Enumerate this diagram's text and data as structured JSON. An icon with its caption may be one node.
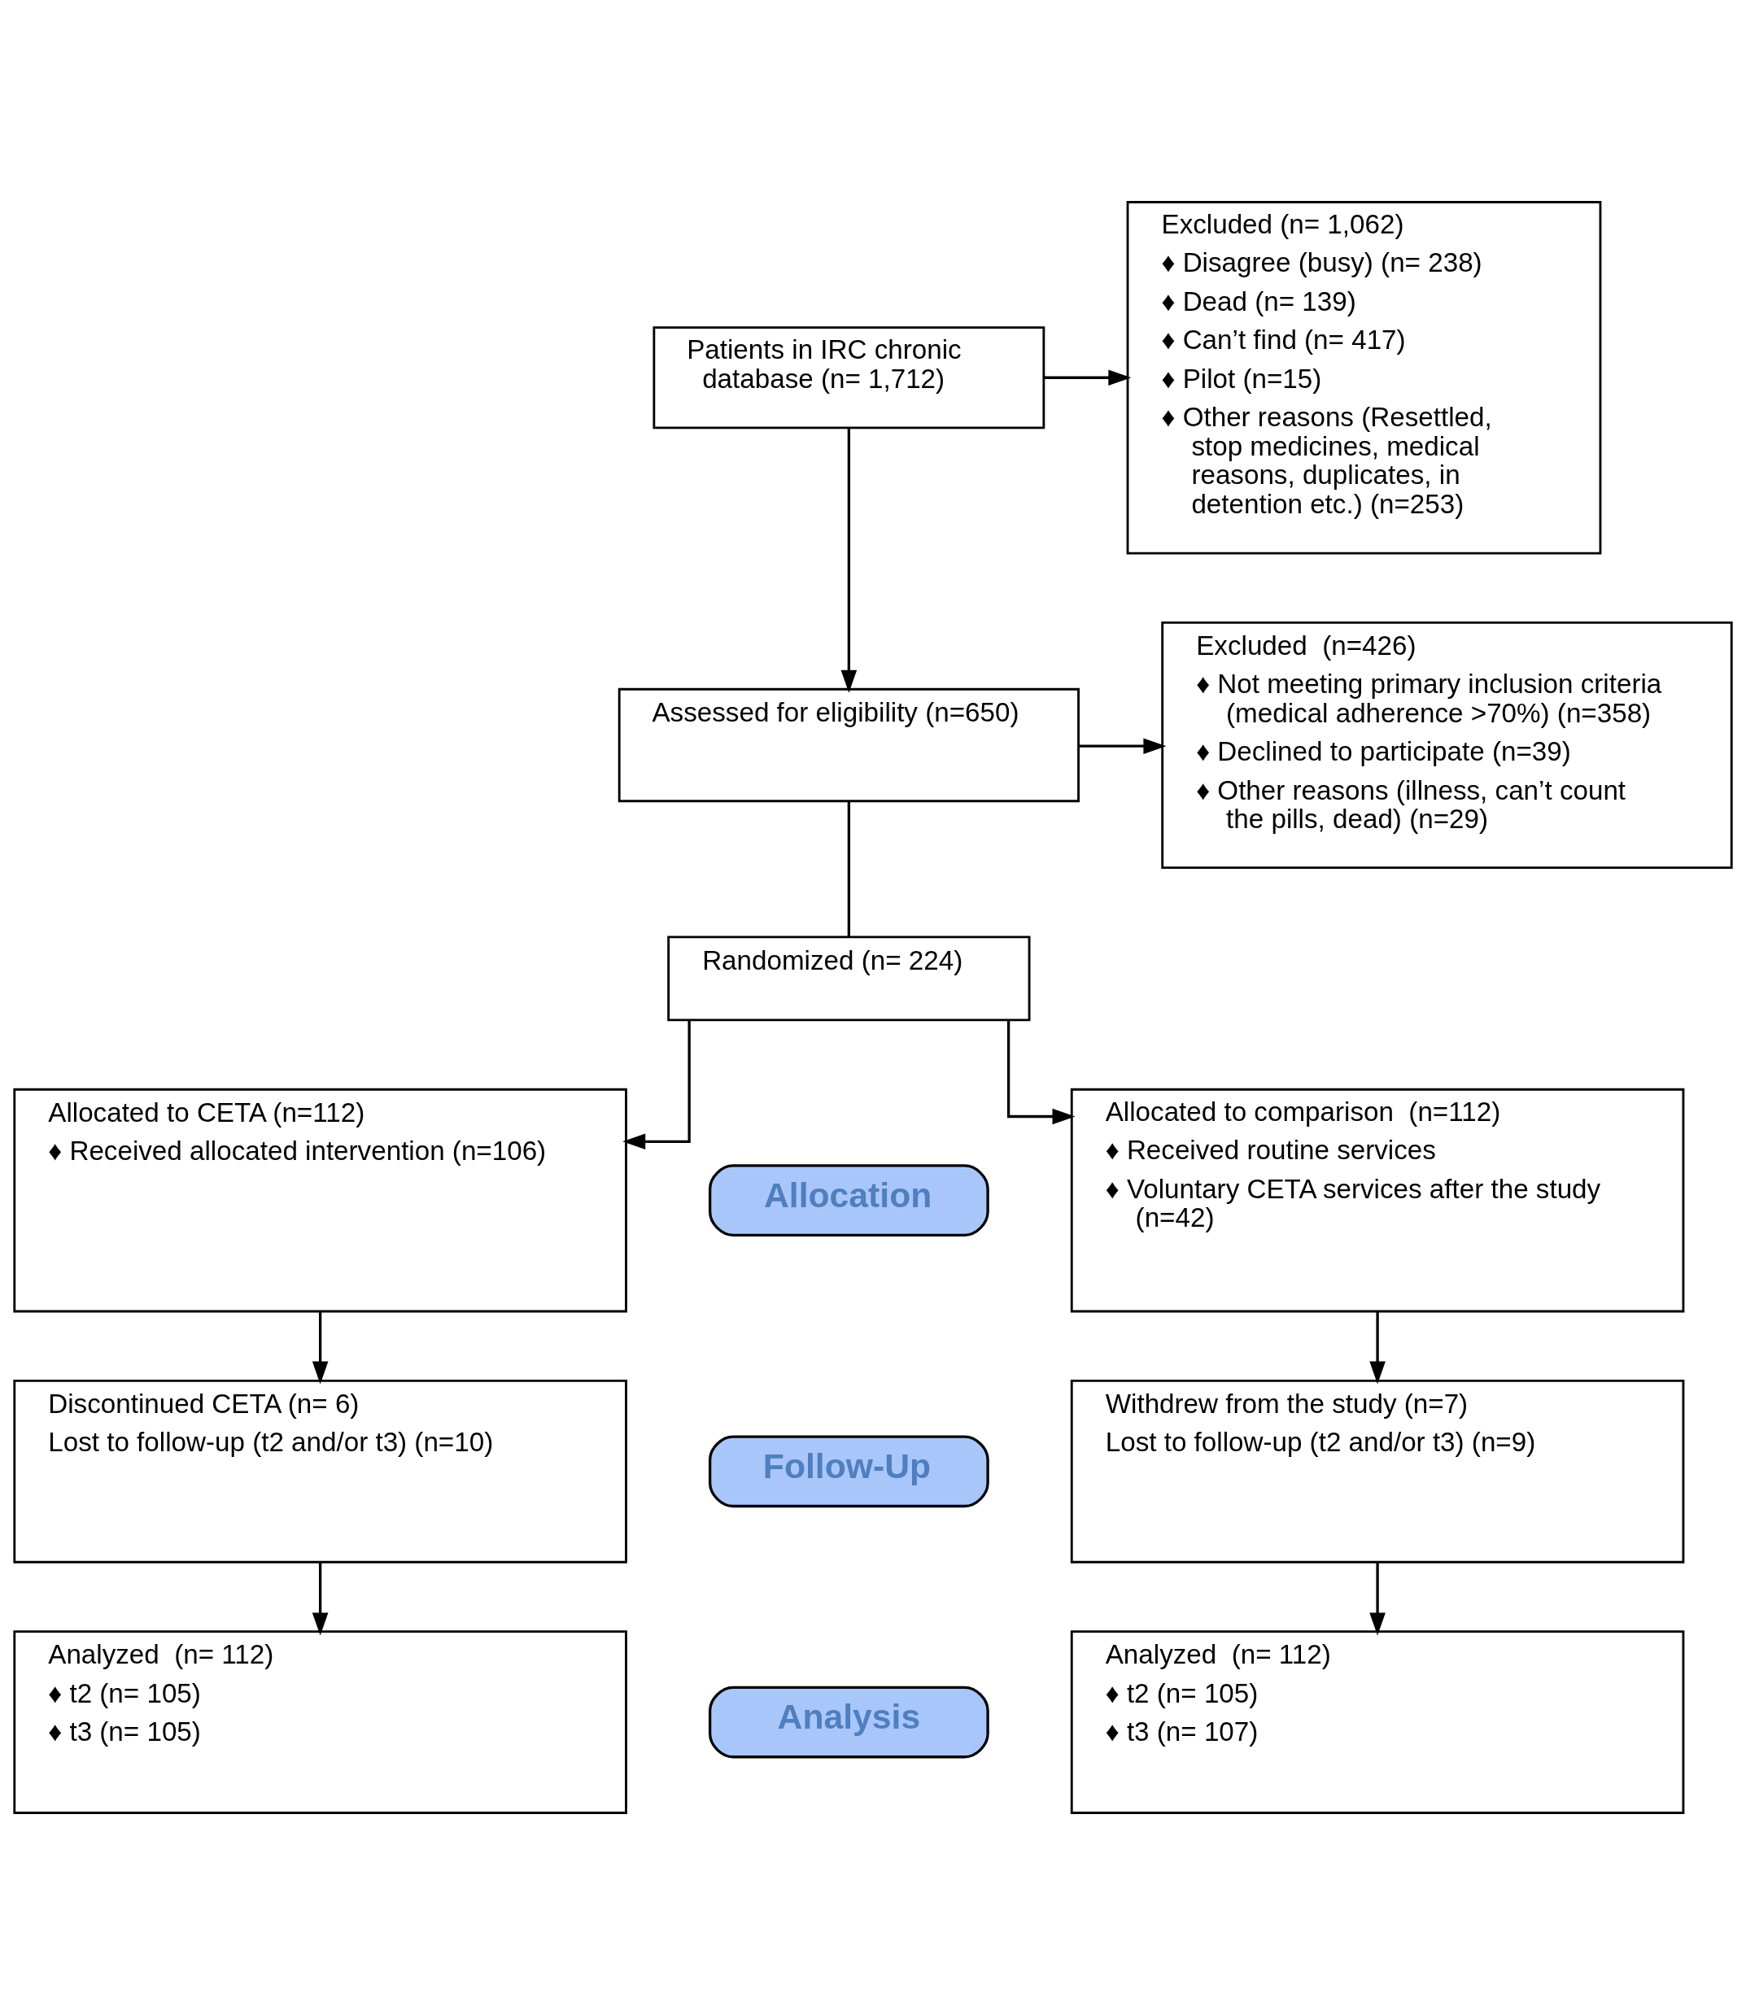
{
  "diagram": {
    "nodes": [
      {
        "text": [
          "Patients in IRC chronic database (n= 1,712)"
        ]
      },
      {
        "text": [
          "Excluded (n= 1,062)",
          "♦ Disagree (busy) (n= 238)",
          "♦ Dead (n= 139)",
          "♦ Can’t find (n= 417)",
          "♦ Pilot (n=15)",
          "♦ Other reasons (Resettled, stop medicines, medical reasons, duplicates, in detention etc.) (n=253)"
        ]
      },
      {
        "text": [
          "Assessed for eligibility (n=650)"
        ]
      },
      {
        "text": [
          "Excluded  (n=426)",
          "♦ Not meeting primary inclusion criteria (medical adherence >70%) (n=358)",
          "♦ Declined to participate (n=39)",
          "♦ Other reasons (illness, can’t count the pills, dead) (n=29)"
        ]
      },
      {
        "text": [
          "Randomized (n= 224)"
        ]
      },
      {
        "text": [
          "Allocation"
        ]
      },
      {
        "text": [
          "Allocated to CETA (n=112)",
          "♦ Received allocated intervention (n=106)"
        ]
      },
      {
        "text": [
          "Allocated to comparison  (n=112)",
          "♦ Received routine services",
          "♦ Voluntary CETA services after the study (n=42)"
        ]
      },
      {
        "text": [
          "Follow-Up"
        ]
      },
      {
        "text": [
          "Discontinued CETA (n= 6)",
          "Lost to follow-up (t2 and/or t3) (n=10)"
        ]
      },
      {
        "text": [
          "Withdrew from the study (n=7)",
          "Lost to follow-up (t2 and/or t3) (n=9)"
        ]
      },
      {
        "text": [
          "Analysis"
        ]
      },
      {
        "text": [
          "Analyzed  (n= 112)",
          "♦ t2 (n= 105)",
          "♦ t3 (n= 105)"
        ]
      },
      {
        "text": [
          "Analyzed  (n= 112)",
          "♦ t2 (n= 105)",
          "♦ t3 (n= 107)"
        ]
      }
    ],
    "edges": [
      {
        "from": 0,
        "to": 2,
        "arrow": "to"
      },
      {
        "from": 0,
        "to": 1,
        "arrow": "to"
      },
      {
        "from": 2,
        "to": 3,
        "arrow": "to"
      },
      {
        "from": 2,
        "to": 4,
        "arrow": "none"
      },
      {
        "from": 4,
        "to": 6,
        "arrow": "to"
      },
      {
        "from": 4,
        "to": 7,
        "arrow": "to"
      },
      {
        "from": 6,
        "to": 9,
        "arrow": "to"
      },
      {
        "from": 7,
        "to": 10,
        "arrow": "to"
      },
      {
        "from": 9,
        "to": 12,
        "arrow": "to"
      },
      {
        "from": 10,
        "to": 13,
        "arrow": "to"
      }
    ]
  }
}
